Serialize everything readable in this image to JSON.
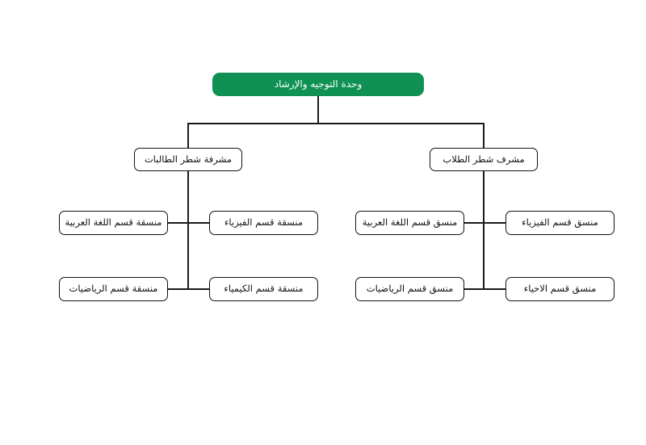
{
  "diagram": {
    "type": "org-chart",
    "title": "وحدة التوجيه والإرشاد",
    "direction": "rtl",
    "colors": {
      "accent": "#0e9153",
      "node_border": "#111111",
      "node_fill": "#ffffff",
      "connector": "#1a1a1a",
      "background": "#ffffff",
      "root_text": "#ffffff",
      "node_text": "#111111"
    },
    "root": {
      "label": "وحدة التوجيه والإرشاد"
    },
    "branches": [
      {
        "id": "female-section",
        "supervisor": "مشرفة شطر الطالبات",
        "coordinators": [
          {
            "id": "f-arabic",
            "label": "منسقة قسم اللغة العربية"
          },
          {
            "id": "f-physics",
            "label": "منسقة قسم الفيزياء"
          },
          {
            "id": "f-math",
            "label": "منسقة قسم الرياضيات"
          },
          {
            "id": "f-chem",
            "label": "منسقة قسم الكيمياء"
          }
        ]
      },
      {
        "id": "male-section",
        "supervisor": "مشرف شطر الطلاب",
        "coordinators": [
          {
            "id": "m-arabic",
            "label": "منسق قسم اللغة العربية"
          },
          {
            "id": "m-physics",
            "label": "منسق قسم الفيزياء"
          },
          {
            "id": "m-math",
            "label": "منسق قسم الرياضيات"
          },
          {
            "id": "m-bio",
            "label": "منسق قسم الاحياء"
          }
        ]
      }
    ]
  }
}
